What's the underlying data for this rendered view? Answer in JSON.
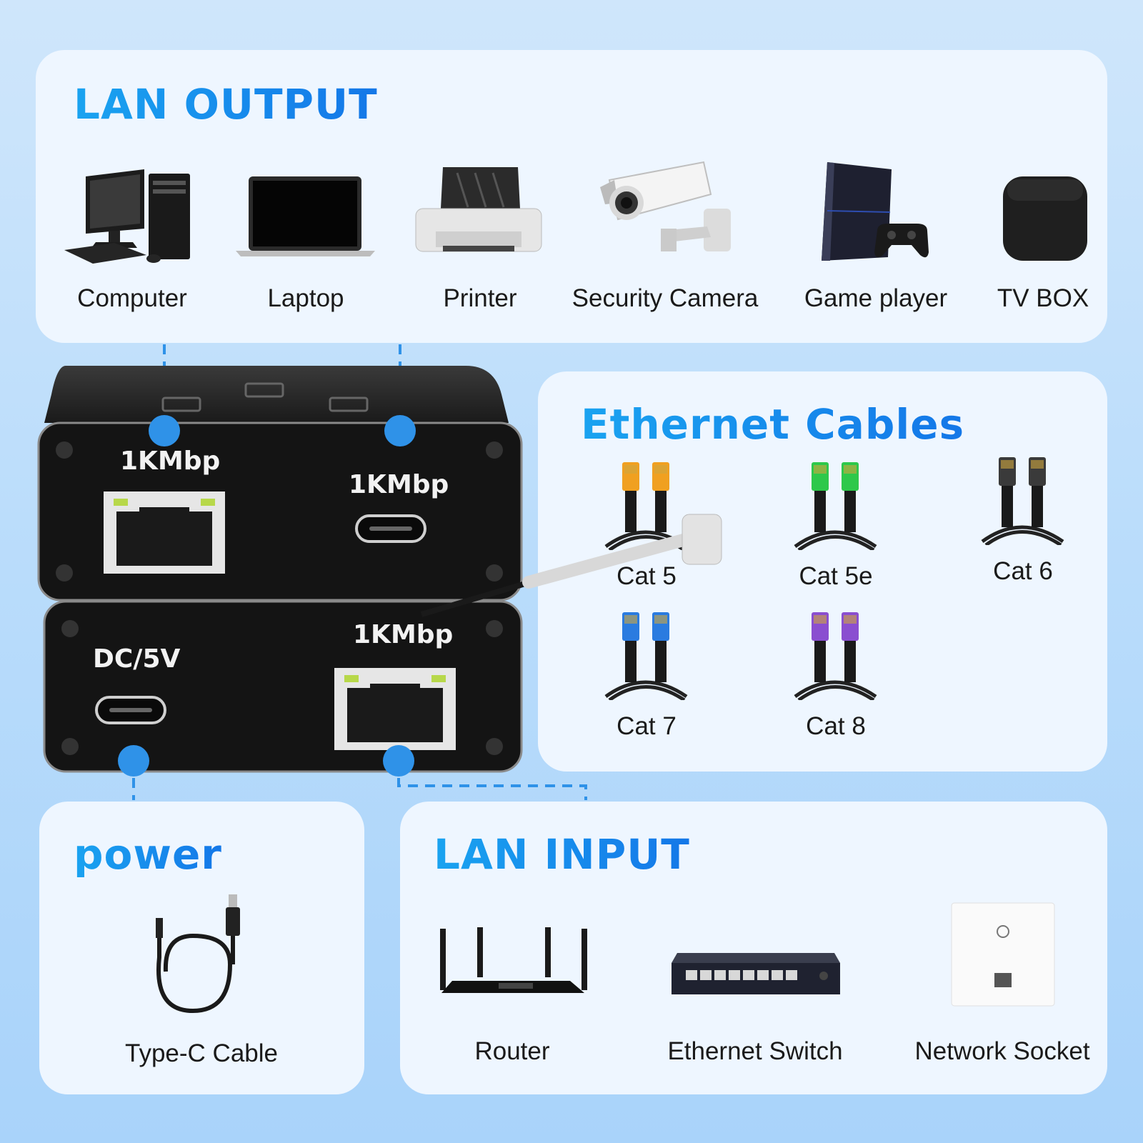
{
  "lan_output": {
    "title": "LAN OUTPUT",
    "devices": [
      {
        "label": "Computer",
        "icon": "computer-icon"
      },
      {
        "label": "Laptop",
        "icon": "laptop-icon"
      },
      {
        "label": "Printer",
        "icon": "printer-icon"
      },
      {
        "label": "Security Camera",
        "icon": "security-camera-icon"
      },
      {
        "label": "Game player",
        "icon": "game-console-icon"
      },
      {
        "label": "TV BOX",
        "icon": "tv-box-icon"
      }
    ]
  },
  "ethernet_cables": {
    "title": "Ethernet Cables",
    "cables": [
      {
        "label": "Cat 5",
        "color": "#f0a020"
      },
      {
        "label": "Cat 5e",
        "color": "#2ec84a"
      },
      {
        "label": "Cat 6",
        "color": "#3a3a3a"
      },
      {
        "label": "Cat 7",
        "color": "#2a7be0"
      },
      {
        "label": "Cat 8",
        "color": "#8a4fd0"
      }
    ]
  },
  "splitter": {
    "top_port_left": "1KMbp",
    "top_port_right": "1KMbp",
    "bottom_power": "DC/5V",
    "bottom_port_right": "1KMbp"
  },
  "power": {
    "title": "power",
    "item": {
      "label": "Type-C Cable",
      "icon": "usb-c-cable-icon"
    }
  },
  "lan_input": {
    "title": "LAN INPUT",
    "devices": [
      {
        "label": "Router",
        "icon": "router-icon"
      },
      {
        "label": "Ethernet Switch",
        "icon": "ethernet-switch-icon"
      },
      {
        "label": "Network Socket",
        "icon": "network-socket-icon"
      }
    ]
  },
  "colors": {
    "accent": "#1a8cec",
    "dot": "#2f92e8",
    "panel": "#eef6ff"
  }
}
